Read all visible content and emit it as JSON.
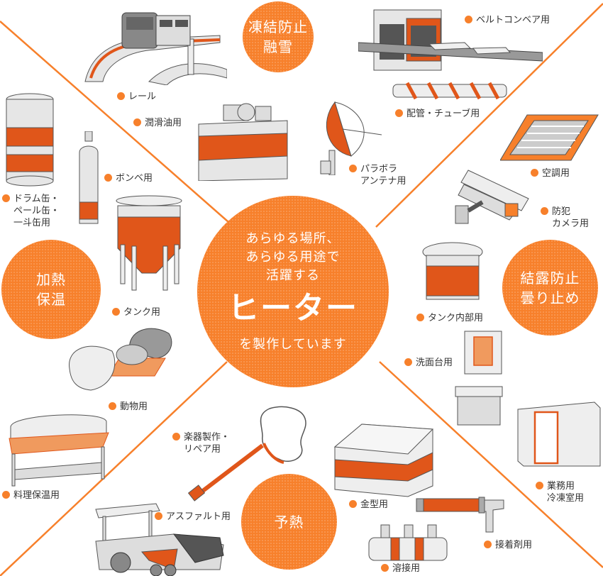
{
  "colors": {
    "accent": "#f7802b",
    "heater": "#e0561a",
    "line": "#f7802b",
    "metal": "#e6e6e6",
    "outline": "#555555"
  },
  "center": {
    "line1": "あらゆる場所、",
    "line2": "あらゆる用途で",
    "line3": "活躍する",
    "headline": "ヒーター",
    "line4": "を製作しています"
  },
  "categories": [
    {
      "id": "anti-freeze",
      "line1": "凍結防止",
      "line2": "融雪"
    },
    {
      "id": "heating",
      "line1": "加熱",
      "line2": "保温"
    },
    {
      "id": "anti-condensation",
      "line1": "結露防止",
      "line2": "曇り止め"
    },
    {
      "id": "preheat",
      "line1": "予熱",
      "line2": ""
    }
  ],
  "labels": {
    "rail": {
      "text": "レール",
      "sub": ""
    },
    "lubricant": {
      "text": "潤滑油用",
      "sub": ""
    },
    "belt_conveyor": {
      "text": "ベルトコンベア用",
      "sub": ""
    },
    "pipe_tube": {
      "text": "配管・チューブ用",
      "sub": ""
    },
    "parabola": {
      "text": "パラボラ",
      "sub": "アンテナ用"
    },
    "air_conditioner": {
      "text": "空調用",
      "sub": ""
    },
    "security_camera": {
      "text": "防犯",
      "sub": "カメラ用"
    },
    "drum": {
      "text": "ドラム缶・",
      "sub": "ペール缶・",
      "sub2": "一斗缶用"
    },
    "cylinder": {
      "text": "ボンベ用",
      "sub": ""
    },
    "tank": {
      "text": "タンク用",
      "sub": ""
    },
    "tank_inner": {
      "text": "タンク内部用",
      "sub": ""
    },
    "washstand": {
      "text": "洗面台用",
      "sub": ""
    },
    "animal": {
      "text": "動物用",
      "sub": ""
    },
    "food_warming": {
      "text": "料理保温用",
      "sub": ""
    },
    "instrument": {
      "text": "楽器製作・",
      "sub": "リペア用"
    },
    "asphalt": {
      "text": "アスファルト用",
      "sub": ""
    },
    "mold": {
      "text": "金型用",
      "sub": ""
    },
    "freezer": {
      "text": "業務用",
      "sub": "冷凍室用"
    },
    "adhesive": {
      "text": "接着剤用",
      "sub": ""
    },
    "welding": {
      "text": "溶接用",
      "sub": ""
    }
  }
}
